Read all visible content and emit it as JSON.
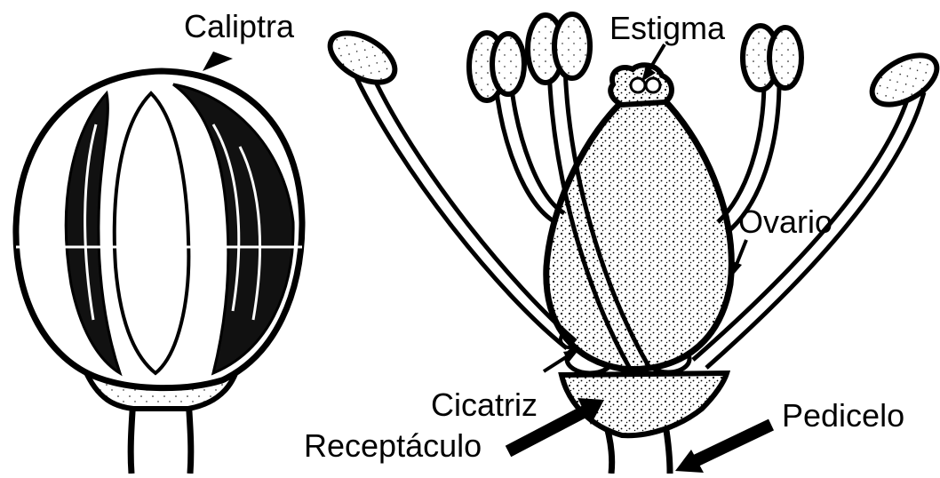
{
  "labels": {
    "caliptra": "Caliptra",
    "estigma": "Estigma",
    "ovario": "Ovario",
    "cicatriz": "Cicatriz",
    "receptaculo": "Receptáculo",
    "pedicelo": "Pedicelo"
  },
  "colors": {
    "ink": "#000000",
    "paper": "#ffffff",
    "shade": "#111111"
  }
}
